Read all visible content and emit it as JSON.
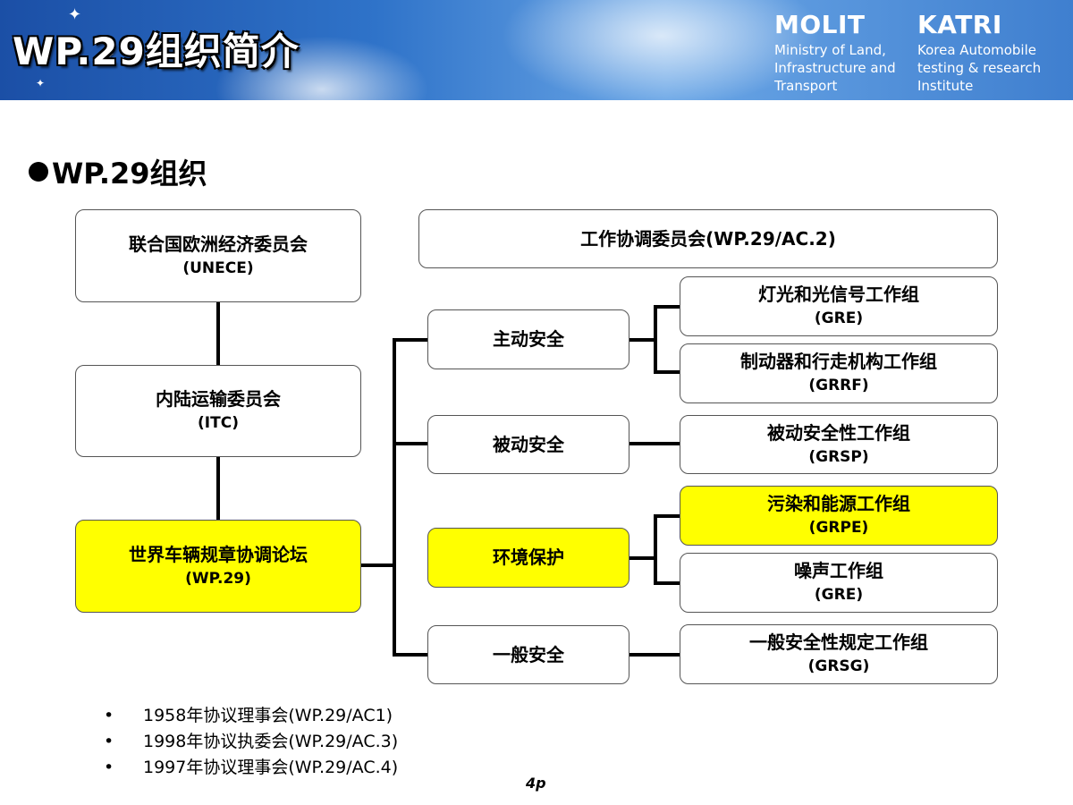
{
  "header": {
    "title": "WP.29组织简介",
    "org1": {
      "name": "MOLIT",
      "lines": [
        "Ministry of Land,",
        "Infrastructure and",
        "Transport"
      ]
    },
    "org2": {
      "name": "KATRI",
      "lines": [
        "Korea Automobile",
        "testing & research",
        "Institute"
      ]
    }
  },
  "subtitle": "WP.29组织",
  "diagram": {
    "unece": {
      "label": "联合国欧洲经济委员会",
      "code": "(UNECE)"
    },
    "itc": {
      "label": "内陆运输委员会",
      "code": "(ITC)"
    },
    "wp29": {
      "label": "世界车辆规章协调论坛",
      "code": "(WP.29)"
    },
    "ac2": {
      "label": "工作协调委员会(WP.29/AC.2)"
    },
    "categories": [
      {
        "label": "主动安全"
      },
      {
        "label": "被动安全"
      },
      {
        "label": "环境保护"
      },
      {
        "label": "一般安全"
      }
    ],
    "groups": [
      {
        "label": "灯光和光信号工作组",
        "code": "(GRE)"
      },
      {
        "label": "制动器和行走机构工作组",
        "code": "(GRRF)"
      },
      {
        "label": "被动安全性工作组",
        "code": "(GRSP)"
      },
      {
        "label": "污染和能源工作组",
        "code": "(GRPE)"
      },
      {
        "label": "噪声工作组",
        "code": "(GRE)"
      },
      {
        "label": "一般安全性规定工作组",
        "code": "(GRSG)"
      }
    ]
  },
  "notes": [
    "1958年协议理事会(WP.29/AC1)",
    "1998年协议执委会(WP.29/AC.3)",
    "1997年协议理事会(WP.29/AC.4)"
  ],
  "page_number": "4p"
}
